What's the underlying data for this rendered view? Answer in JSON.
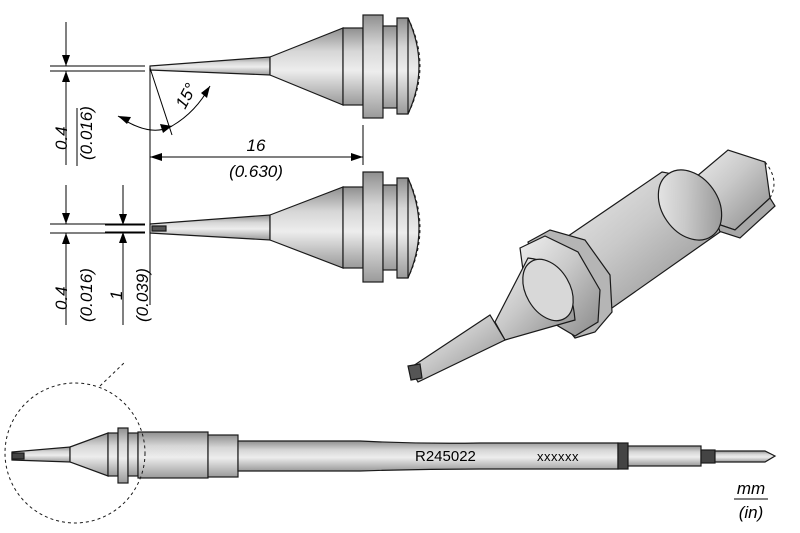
{
  "dims": {
    "top_tip_width": {
      "mm": "0.4",
      "in": "(0.016)"
    },
    "angle": "15°",
    "length": {
      "mm": "16",
      "in": "(0.630)"
    },
    "side_tip_width": {
      "mm": "0.4",
      "in": "(0.016)"
    },
    "side_tip_depth": {
      "mm": "1",
      "in": "(0.039)"
    }
  },
  "part_number": "R245022",
  "serial_placeholder": "xxxxxx",
  "units": {
    "metric": "mm",
    "imperial": "(in)"
  },
  "colors": {
    "body": "#c9c9c9",
    "shadow": "#9c9c9c",
    "highlight": "#efefef",
    "outline": "#1a1a1a"
  }
}
